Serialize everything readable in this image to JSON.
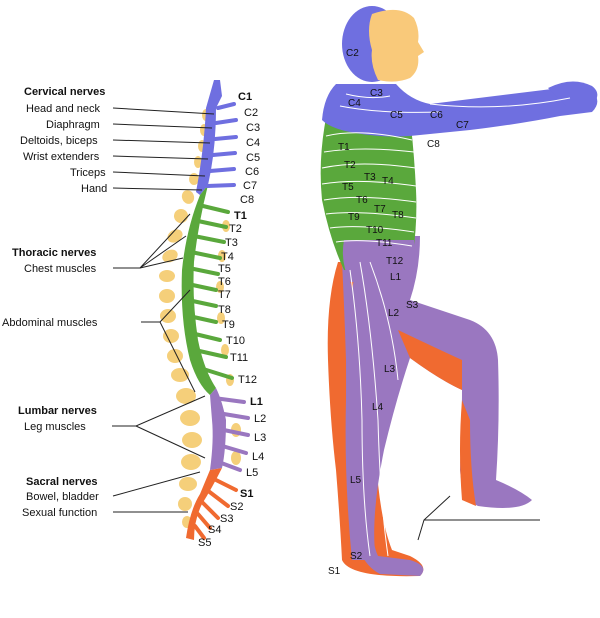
{
  "colors": {
    "cervical": "#6f6fe0",
    "thoracic": "#5aa83c",
    "lumbar": "#9a77c0",
    "sacral": "#f06a30",
    "bone": "#f5cf7a",
    "skin": "#f9c97a"
  },
  "groups": [
    {
      "header": "Cervical nerves",
      "functions": [
        "Head and neck",
        "Diaphragm",
        "Deltoids, biceps",
        "Wrist extenders",
        "Triceps",
        "Hand"
      ]
    },
    {
      "header": "Thoracic nerves",
      "functions": [
        "Chest muscles"
      ]
    },
    {
      "header": "",
      "functions": [
        "Abdominal muscles"
      ]
    },
    {
      "header": "Lumbar nerves",
      "functions": [
        "Leg muscles"
      ]
    },
    {
      "header": "Sacral nerves",
      "functions": [
        "Bowel, bladder",
        "Sexual function"
      ]
    }
  ],
  "spine_segments": {
    "cervical": [
      "C1",
      "C2",
      "C3",
      "C4",
      "C5",
      "C6",
      "C7",
      "C8"
    ],
    "thoracic": [
      "T1",
      "T2",
      "T3",
      "T4",
      "T5",
      "T6",
      "T7",
      "T8",
      "T9",
      "T10",
      "T11",
      "T12"
    ],
    "lumbar": [
      "L1",
      "L2",
      "L3",
      "L4",
      "L5"
    ],
    "sacral": [
      "S1",
      "S2",
      "S3",
      "S4",
      "S5"
    ]
  },
  "body_labels": [
    "C2",
    "C3",
    "C4",
    "C5",
    "C6",
    "C7",
    "C8",
    "T1",
    "T2",
    "T3",
    "T4",
    "T5",
    "T6",
    "T7",
    "T8",
    "T9",
    "T10",
    "T11",
    "T12",
    "L1",
    "L2",
    "S3",
    "L3",
    "L4",
    "L5",
    "S2",
    "S1"
  ]
}
